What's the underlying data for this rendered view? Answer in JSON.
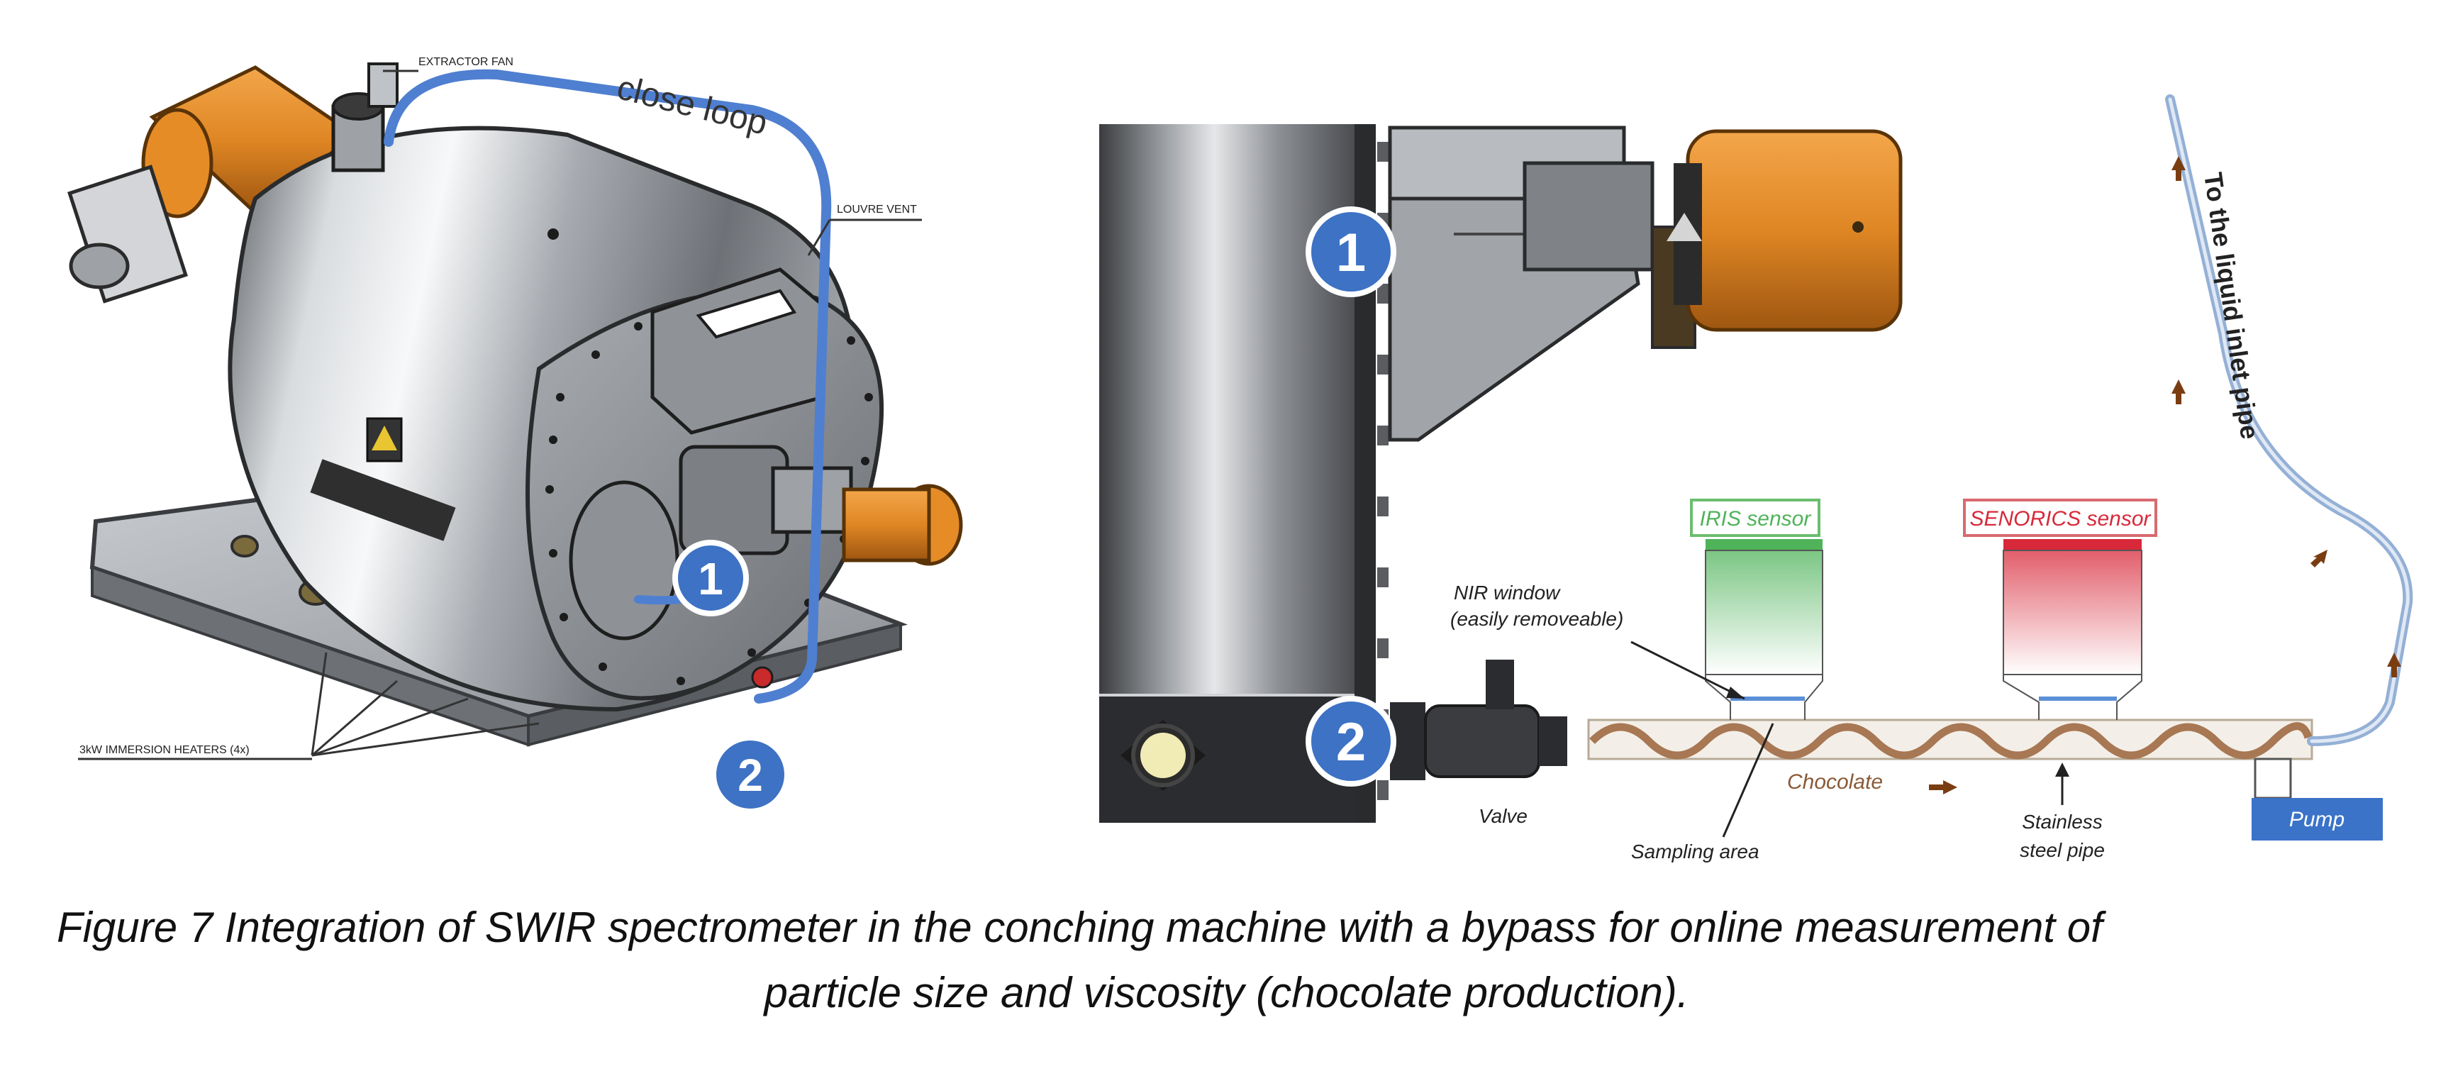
{
  "left_diagram": {
    "extractor_fan": "EXTRACTOR FAN",
    "loop_label": "close loop",
    "louvre_vent": "LOUVRE VENT",
    "heaters": "3kW IMMERSION HEATERS (4x)",
    "marker_1": "1",
    "marker_2": "2"
  },
  "right_diagram": {
    "marker_1": "1",
    "marker_2": "2",
    "inlet_pipe": "To the liquid inlet pipe",
    "iris_sensor": "IRIS sensor",
    "senorics_sensor": "SENORICS sensor",
    "nir_window_1": "NIR window",
    "nir_window_2": "(easily removeable)",
    "valve": "Valve",
    "chocolate": "Chocolate",
    "sampling_area": "Sampling area",
    "pipe_1": "Stainless",
    "pipe_2": "steel pipe",
    "pump": "Pump"
  },
  "caption": {
    "line1": "Figure 7 Integration of SWIR spectrometer in the conching machine with a bypass for online measurement of",
    "line2": "particle size and viscosity (chocolate production)."
  },
  "colors": {
    "marker_blue": "#3d72c4",
    "loop_blue": "#4f7fd0",
    "motor_orange": "#e08a25",
    "iris_green": "#4fb35a",
    "senorics_red": "#d8293a",
    "pump_blue": "#3a73c8"
  }
}
